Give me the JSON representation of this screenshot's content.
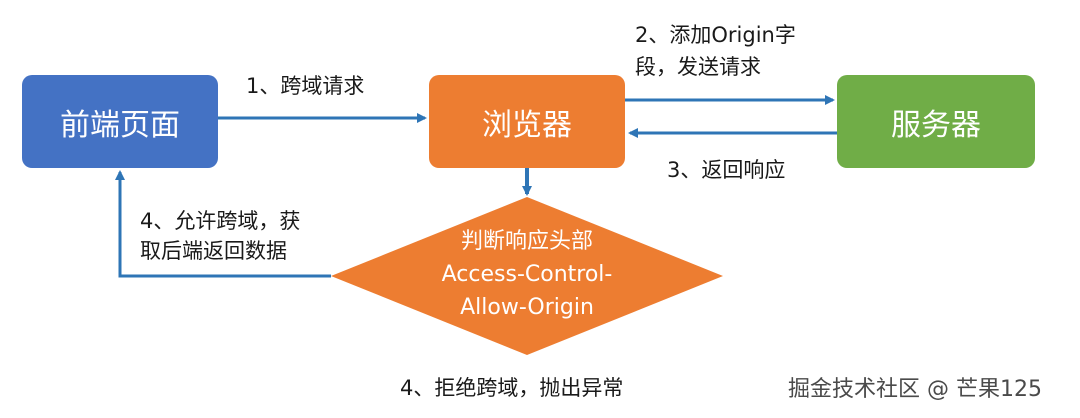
{
  "nodes": {
    "frontend": {
      "label": "前端页面",
      "color": "#4472C4"
    },
    "browser": {
      "label": "浏览器",
      "color": "#ED7D31"
    },
    "server": {
      "label": "服务器",
      "color": "#70AD47"
    },
    "decision": {
      "line1": "判断响应头部",
      "line2": "Access-Control-",
      "line3": "Allow-Origin",
      "color": "#ED7D31"
    }
  },
  "edges": {
    "step1": "1、跨域请求",
    "step2_line1": "2、添加Origin字",
    "step2_line2": "段，发送请求",
    "step3": "3、返回响应",
    "step4_allow_line1": "4、允许跨域，获",
    "step4_allow_line2": "取后端返回数据",
    "step4_reject": "4、拒绝跨域，抛出异常",
    "arrow_color": "#2E75B6"
  },
  "watermark": "掘金技术社区 @ 芒果125"
}
